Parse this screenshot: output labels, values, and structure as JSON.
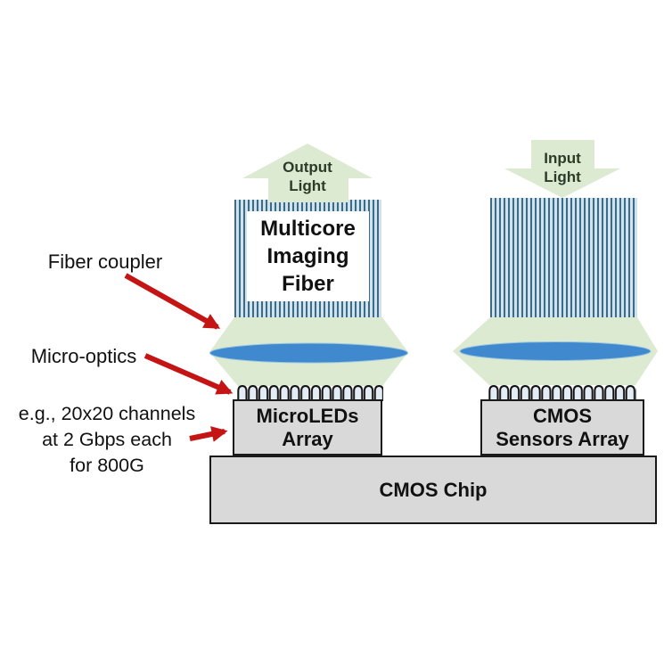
{
  "colors": {
    "background": "#ffffff",
    "light_green_fill": "#dcead2",
    "fiber_stripe_dark": "#3c6b85",
    "fiber_stripe_light": "#cfe2ed",
    "lens_blue": "#4189ce",
    "component_box_fill": "#d9d9d9",
    "component_box_border": "#1a1a1a",
    "red_arrow": "#c41414",
    "microlens_fill": "#e3ecf5",
    "light_arrow_text": "#2c3a28"
  },
  "light_arrows": {
    "output": {
      "line1": "Output",
      "line2": "Light"
    },
    "input": {
      "line1": "Input",
      "line2": "Light"
    }
  },
  "fiber": {
    "line1": "Multicore",
    "line2": "Imaging",
    "line3": "Fiber"
  },
  "components": {
    "microleds": {
      "line1": "MicroLEDs",
      "line2": "Array"
    },
    "cmos_sensors": {
      "line1": "CMOS",
      "line2": "Sensors Array"
    },
    "cmos_chip": {
      "label": "CMOS Chip"
    }
  },
  "annotations": {
    "fiber_coupler": "Fiber coupler",
    "micro_optics": "Micro-optics",
    "channels_line1": "e.g., 20x20 channels",
    "channels_line2": "at 2 Gbps each",
    "channels_line3": "for 800G"
  }
}
